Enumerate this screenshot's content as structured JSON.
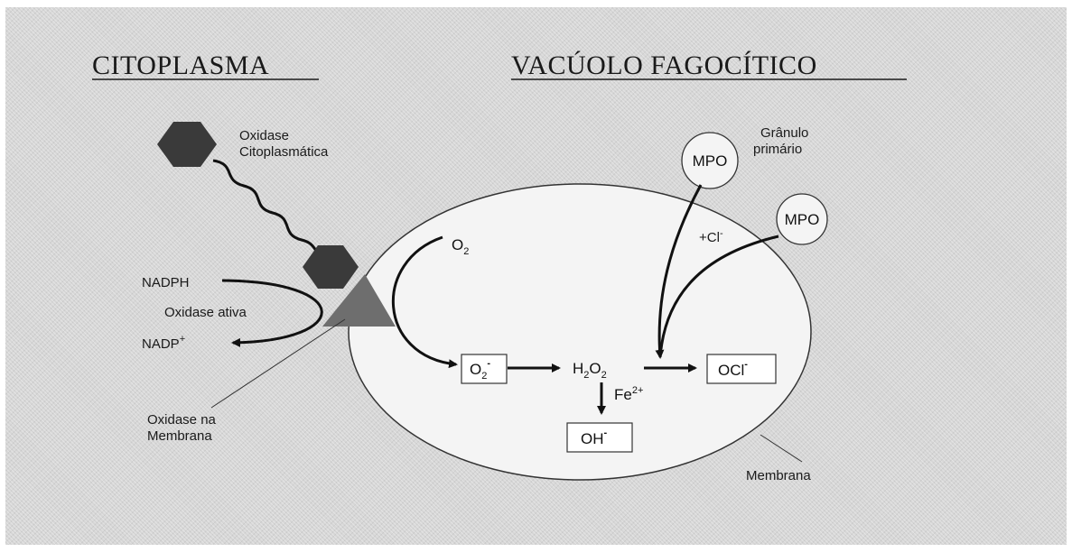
{
  "headings": {
    "cytoplasm": "CITOPLASMA",
    "vacuole": "VACÚOLO FAGOCÍTICO"
  },
  "labels": {
    "cyto_oxidase_1": "Oxidase",
    "cyto_oxidase_2": "Citoplasmática",
    "granule_1": "Grânulo",
    "granule_2": "primário",
    "nadph": "NADPH",
    "active_oxidase": "Oxidase ativa",
    "nadp": "NADP",
    "nadp_sup": "+",
    "membrane_oxidase_1": "Oxidase na",
    "membrane_oxidase_2": "Membrana",
    "membrane": "Membrana",
    "mpo_1": "MPO",
    "mpo_2": "MPO"
  },
  "species": {
    "o2_base": "O",
    "o2_sub": "2",
    "chloride_prefix": "+Cl",
    "chloride_sup": "-",
    "superoxide_base": "O",
    "superoxide_sub": "2",
    "superoxide_sup": "-",
    "h2o2_h": "H",
    "h2o2_sub1": "2",
    "h2o2_o": "O",
    "h2o2_sub2": "2",
    "fe_base": "Fe",
    "fe_sup": "2+",
    "hypochlorite_base": "OCl",
    "hypochlorite_sup": "-",
    "hydroxyl_base": "OH",
    "hydroxyl_sup": "-"
  },
  "colors": {
    "background": "#d6d6d6",
    "vacuole_fill": "#f4f4f4",
    "hexagon_fill": "#3a3a3a",
    "triangle_fill": "#6e6e6e",
    "ink": "#111111"
  }
}
